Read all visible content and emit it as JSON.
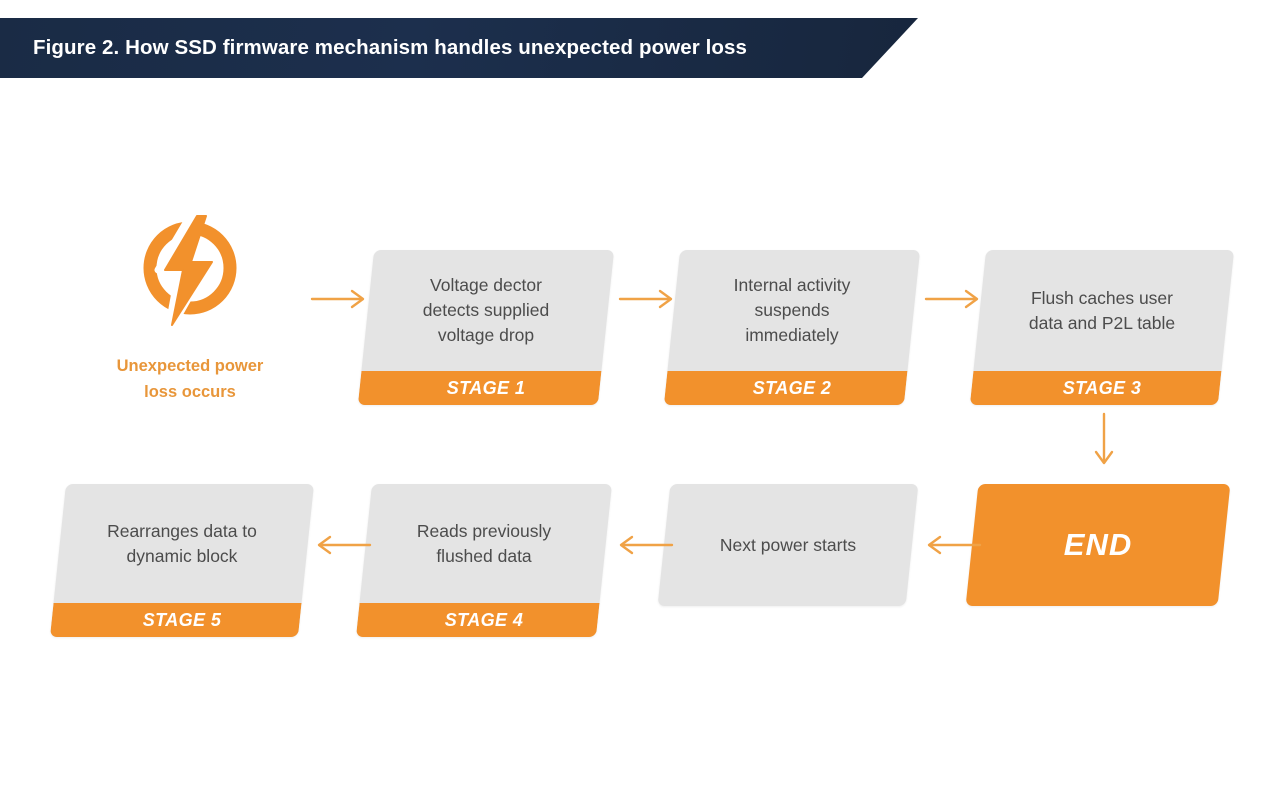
{
  "banner": {
    "title": "Figure 2. How SSD firmware mechanism handles unexpected power loss"
  },
  "colors": {
    "banner_navy": "#1A2B45",
    "accent_orange": "#F2912C",
    "caption_orange": "#E8963A",
    "node_gray": "#E4E4E4",
    "body_text": "#4C4C4C",
    "page_background": "#FFFFFF"
  },
  "start": {
    "icon_name": "power-bolt-icon",
    "caption": "Unexpected power\nloss occurs"
  },
  "nodes": [
    {
      "id": "stage1",
      "text": "Voltage dector\ndetects supplied\nvoltage drop",
      "footer": "STAGE 1",
      "style": "gray-with-footer"
    },
    {
      "id": "stage2",
      "text": "Internal activity\nsuspends\nimmediately",
      "footer": "STAGE 2",
      "style": "gray-with-footer"
    },
    {
      "id": "stage3",
      "text": "Flush caches user\ndata and P2L table",
      "footer": "STAGE 3",
      "style": "gray-with-footer"
    },
    {
      "id": "end",
      "text": "END",
      "footer": "",
      "style": "solid-orange"
    },
    {
      "id": "next",
      "text": "Next power starts",
      "footer": "",
      "style": "gray-plain"
    },
    {
      "id": "stage4",
      "text": "Reads previously\nflushed data",
      "footer": "STAGE 4",
      "style": "gray-with-footer"
    },
    {
      "id": "stage5",
      "text": "Rearranges data to\ndynamic block",
      "footer": "STAGE 5",
      "style": "gray-with-footer"
    }
  ],
  "arrows": [
    {
      "id": "start-to-stage1",
      "direction": "right"
    },
    {
      "id": "stage1-to-stage2",
      "direction": "right"
    },
    {
      "id": "stage2-to-stage3",
      "direction": "right"
    },
    {
      "id": "stage3-to-end",
      "direction": "down"
    },
    {
      "id": "end-to-next",
      "direction": "left"
    },
    {
      "id": "next-to-stage4",
      "direction": "left"
    },
    {
      "id": "stage4-to-stage5",
      "direction": "left"
    }
  ]
}
